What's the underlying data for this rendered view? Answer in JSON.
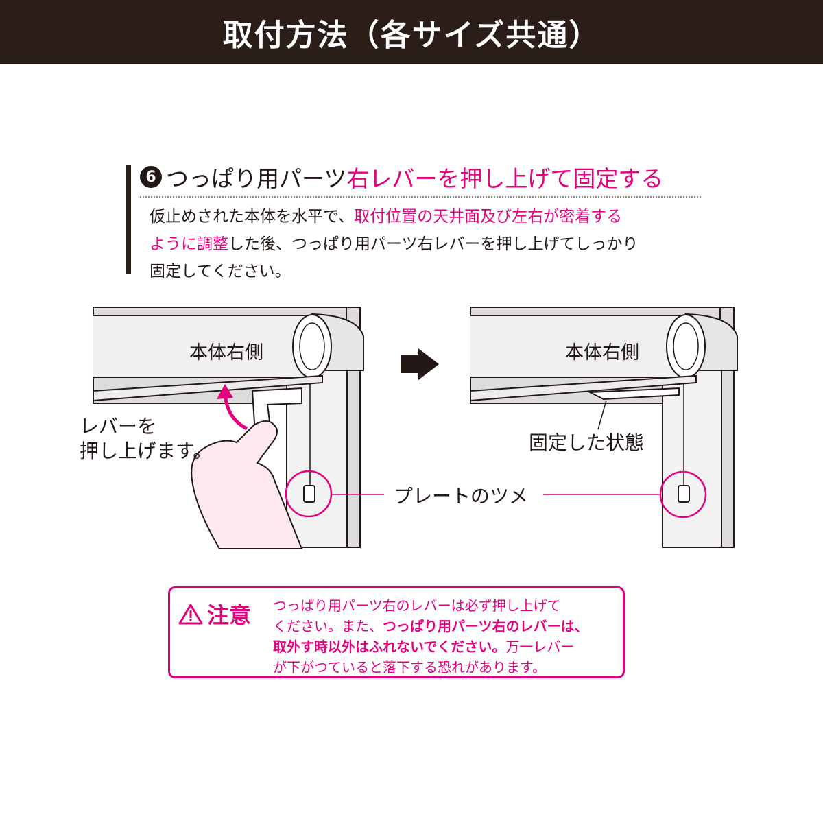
{
  "header": {
    "title": "取付方法（各サイズ共通）"
  },
  "step": {
    "number": "6",
    "heading_black": "つっぱり用パーツ",
    "heading_pink": "右レバーを押し上げて固定する",
    "line1_black": "仮止めされた本体を水平で、",
    "line1_pink": "取付位置の天井面及び左右が密着する",
    "line2_pink": "ように調整",
    "line2_black": "した後、つっぱり用パーツ右レバーを押し上げてしっかり",
    "line3_black": "固定してください。"
  },
  "figure": {
    "left_body_label": "本体右側",
    "right_body_label": "本体右側",
    "lever_note_line1": "レバーを",
    "lever_note_line2": "押し上げます。",
    "fixed_state_label": "固定した状態",
    "plate_label": "プレートのツメ"
  },
  "caution": {
    "title": "注意",
    "line1": "つっぱり用パーツ右のレバーは必ず押し上げて",
    "line2_normal": "ください。また、",
    "line2_bold": "つっぱり用パーツ右のレバーは、",
    "line3_bold": "取外す時以外はふれないでください。",
    "line3_normal": "万一レバー",
    "line4": "が下がつていると落下する恐れがあります。"
  },
  "colors": {
    "accent": "#e4007f",
    "header_bg": "#2b1d17",
    "text": "#231815"
  }
}
